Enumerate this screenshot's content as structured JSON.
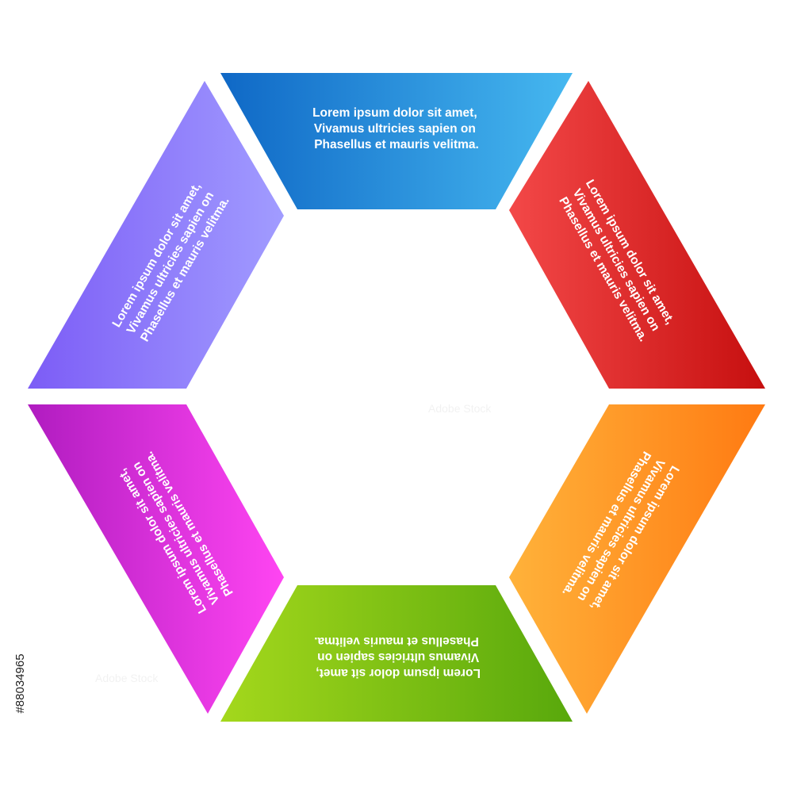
{
  "segments": [
    {
      "key": "top",
      "lines": [
        "Lorem ipsum dolor sit amet,",
        "Vivamus ultricies sapien on",
        "Phasellus et mauris velitma."
      ],
      "color_from": "#0f68c6",
      "color_to": "#46b8f0"
    },
    {
      "key": "upper-right",
      "lines": [
        "Lorem ipsum dolor sit amet,",
        "Vivamus ultricies sapien on",
        "Phasellus et mauris velitma."
      ],
      "color_from": "#f34848",
      "color_to": "#c60f0f"
    },
    {
      "key": "lower-right",
      "lines": [
        "Lorem ipsum dolor sit amet,",
        "Vivamus ultricies sapien on",
        "Phasellus et mauris velitma."
      ],
      "color_from": "#ffb23a",
      "color_to": "#ff7a12"
    },
    {
      "key": "bottom",
      "lines": [
        "Lorem ipsum dolor sit amet,",
        "Vivamus ultricies sapien on",
        "Phasellus et mauris velitma."
      ],
      "color_from": "#a4d81c",
      "color_to": "#58a80c"
    },
    {
      "key": "lower-left",
      "lines": [
        "Lorem ipsum dolor sit amet,",
        "Vivamus ultricies sapien on",
        "Phasellus et mauris velitma."
      ],
      "color_from": "#b01cc0",
      "color_to": "#ff45f2"
    },
    {
      "key": "upper-left",
      "lines": [
        "Lorem ipsum dolor sit amet,",
        "Vivamus ultricies sapien on",
        "Phasellus et mauris velitma."
      ],
      "color_from": "#7c5cf6",
      "color_to": "#a19cff"
    }
  ],
  "stock_id": "#88034965"
}
